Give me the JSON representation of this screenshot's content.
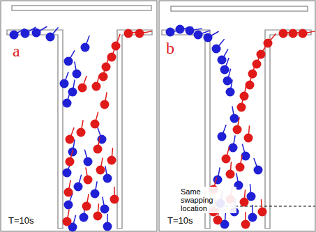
{
  "diagram": {
    "labels": [
      "a",
      "T=10s",
      "b",
      "Same swapping location",
      "T=10s"
    ]
  }
}
